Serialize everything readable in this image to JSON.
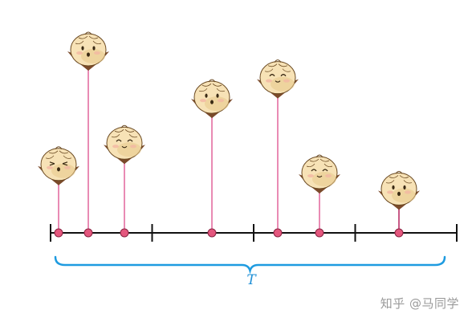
{
  "brace_label": "T",
  "watermark": "知乎 @马同学",
  "colors": {
    "stem": "#e98bb4",
    "stem_last": "#c85a86",
    "dot_fill": "#e4577e",
    "dot_stroke": "#8a2443",
    "axis": "#111111",
    "brace": "#1e9be0",
    "bun_body": "#f7e2b6",
    "bun_shade": "#e7c98a",
    "bun_outline": "#6b4a22",
    "wrapper": "#7a4a2a"
  },
  "events": [
    {
      "value": 0.3,
      "face": "dizzy"
    },
    {
      "value": 1.0,
      "face": "surprised"
    },
    {
      "value": 0.43,
      "face": "smile"
    },
    {
      "value": 0.71,
      "face": "surprised"
    },
    {
      "value": 0.83,
      "face": "smile"
    },
    {
      "value": 0.25,
      "face": "smile"
    },
    {
      "value": 0.15,
      "face": "surprised"
    }
  ],
  "axis_segments": 4
}
